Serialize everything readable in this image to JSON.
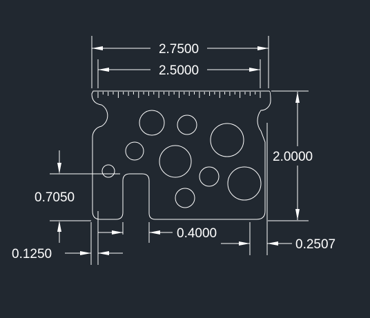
{
  "colors": {
    "background": "#212830",
    "lines": "#ffffff"
  },
  "dimensions": {
    "overall_width": "2.7500",
    "inner_width": "2.5000",
    "height": "2.0000",
    "slot_height": "0.7050",
    "slot_width": "0.4000",
    "bottom_offset": "0.1250",
    "right_offset": "0.2507"
  }
}
